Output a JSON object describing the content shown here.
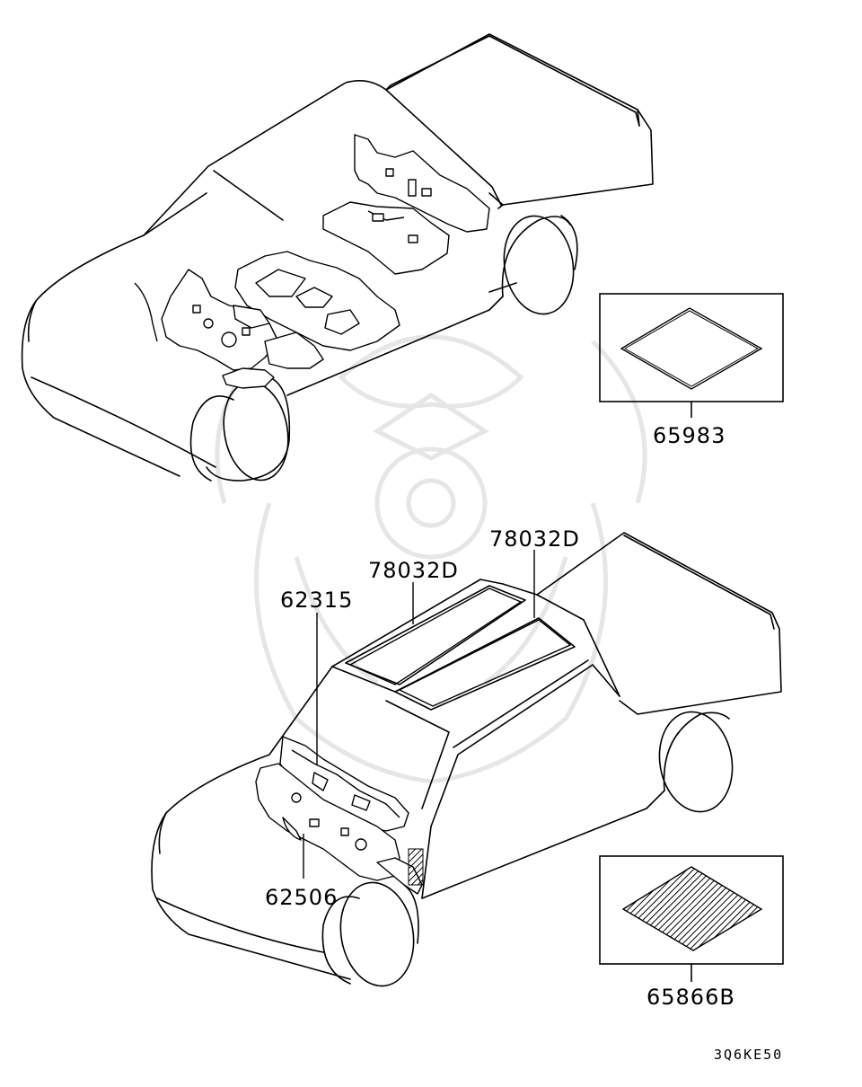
{
  "callouts": {
    "top_inset_part": "65983",
    "bottom_inset_part": "65866B",
    "roof_left": "78032D",
    "roof_right": "78032D",
    "dash_upper": "62315",
    "dash_lower": "62506"
  },
  "drawing_code": "3Q6KE50",
  "colors": {
    "line": "#000000",
    "watermark": "#e6e6e6",
    "background": "#ffffff"
  }
}
